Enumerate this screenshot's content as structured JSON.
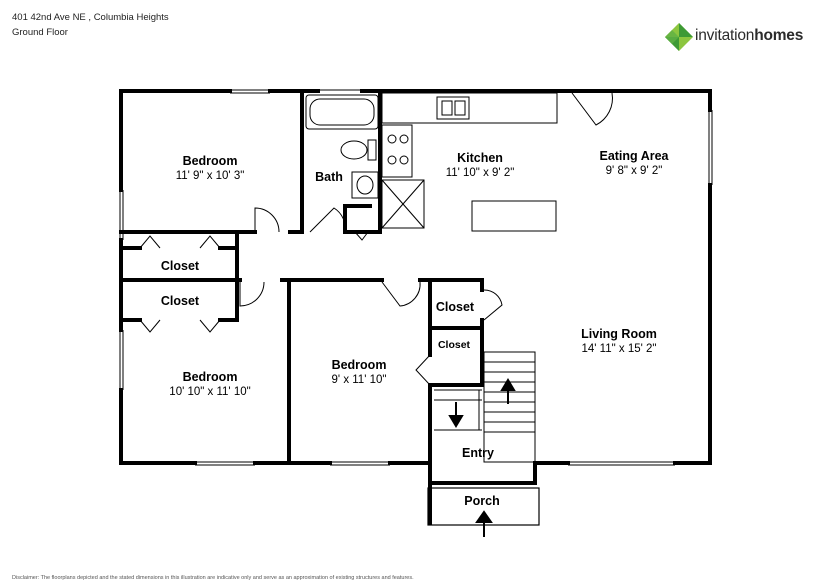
{
  "header": {
    "address": "401 42nd Ave NE , Columbia Heights",
    "floor": "Ground Floor"
  },
  "brand": {
    "name_regular": "invitation",
    "name_bold": "homes",
    "colors": {
      "logo_dark": "#3d9a35",
      "logo_light": "#8cc63f"
    }
  },
  "rooms": [
    {
      "name": "Bedroom",
      "dims": "11' 9\" x 10' 3\""
    },
    {
      "name": "Bath",
      "dims": ""
    },
    {
      "name": "Kitchen",
      "dims": "11' 10\" x 9' 2\""
    },
    {
      "name": "Eating Area",
      "dims": "9' 8\" x 9' 2\""
    },
    {
      "name": "Closet",
      "dims": ""
    },
    {
      "name": "Closet",
      "dims": ""
    },
    {
      "name": "Closet",
      "dims": ""
    },
    {
      "name": "Closet",
      "dims": ""
    },
    {
      "name": "Living Room",
      "dims": "14' 11\" x 15' 2\""
    },
    {
      "name": "Bedroom",
      "dims": "10' 10\" x 11' 10\""
    },
    {
      "name": "Bedroom",
      "dims": "9' x 11' 10\""
    },
    {
      "name": "Entry",
      "dims": ""
    },
    {
      "name": "Porch",
      "dims": ""
    }
  ],
  "disclaimer": "Disclaimer: The floorplans depicted and the stated dimensions in this illustration are indicative only and serve as an approximation of existing structures and features."
}
